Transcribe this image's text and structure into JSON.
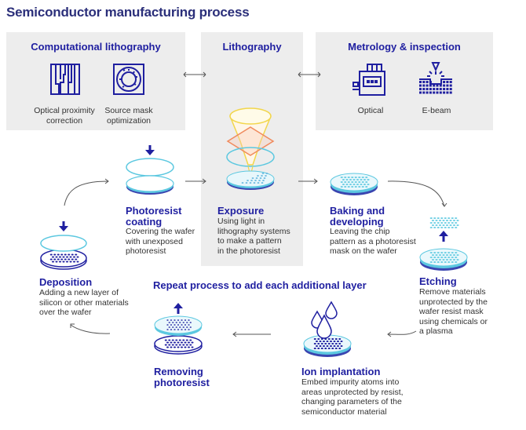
{
  "title": "Semiconductor manufacturing process",
  "panels": {
    "computational": {
      "title": "Computational lithography",
      "icons": [
        {
          "icon": "optical-proximity-correction-icon",
          "label": "Optical proximity correction",
          "label_lines": [
            "Optical proximity",
            "correction"
          ]
        },
        {
          "icon": "source-mask-optimization-icon",
          "label": "Source mask optimization",
          "label_lines": [
            "Source mask",
            "optimization"
          ]
        }
      ]
    },
    "lithography": {
      "title": "Lithography"
    },
    "metrology": {
      "title": "Metrology & inspection",
      "icons": [
        {
          "icon": "optical-inspection-icon",
          "label": "Optical"
        },
        {
          "icon": "e-beam-inspection-icon",
          "label": "E-beam"
        }
      ]
    }
  },
  "steps": {
    "photoresist": {
      "title_lines": [
        "Photoresist",
        "coating"
      ],
      "desc_lines": [
        "Covering the wafer",
        "with unexposed",
        "photoresist"
      ]
    },
    "exposure": {
      "title_lines": [
        "Exposure"
      ],
      "desc_lines": [
        "Using light in",
        "lithography systems",
        "to make a pattern",
        "in the photoresist"
      ]
    },
    "baking": {
      "title_lines": [
        "Baking and",
        "developing"
      ],
      "desc_lines": [
        "Leaving the chip",
        "pattern as a photoresist",
        "mask on the wafer"
      ]
    },
    "etching": {
      "title_lines": [
        "Etching"
      ],
      "desc_lines": [
        "Remove materials",
        "unprotected by the",
        "wafer resist mask",
        "using chemicals or",
        "a plasma"
      ]
    },
    "ion": {
      "title_lines": [
        "Ion implantation"
      ],
      "desc_lines": [
        "Embed impurity atoms into",
        "areas unprotected by resist,",
        "changing parameters of the",
        "semiconductor material"
      ]
    },
    "removing": {
      "title_lines": [
        "Removing",
        "photoresist"
      ],
      "desc_lines": []
    },
    "deposition": {
      "title_lines": [
        "Deposition"
      ],
      "desc_lines": [
        "Adding a new layer of",
        "silicon or other materials",
        "over the wafer"
      ]
    }
  },
  "repeat_label": "Repeat process to add each additional layer",
  "colors": {
    "navy": "#1f1fa0",
    "title": "#2b2f7a",
    "cyan": "#5cc8e0",
    "panel": "#ededed",
    "yellow": "#f2d64b",
    "orange": "#f08a5d"
  }
}
